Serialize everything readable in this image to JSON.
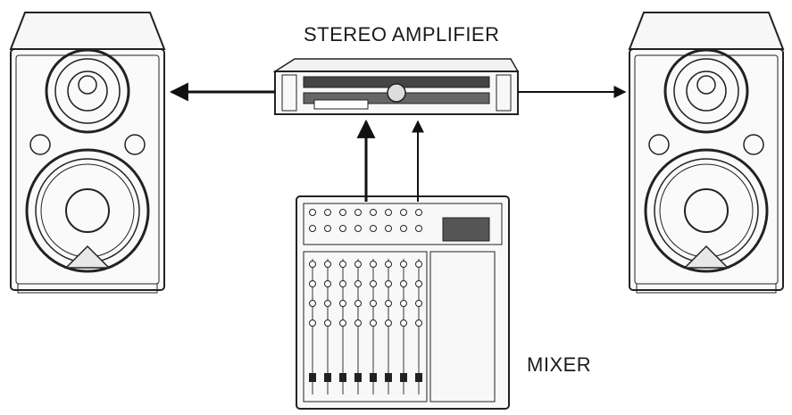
{
  "labels": {
    "amplifier": "STEREO AMPLIFIER",
    "mixer": "MIXER"
  },
  "devices": {
    "left_speaker": "left-speaker",
    "right_speaker": "right-speaker",
    "amplifier": "stereo-amplifier",
    "mixer": "mixer"
  },
  "connections": [
    {
      "from": "amplifier",
      "to": "left_speaker"
    },
    {
      "from": "amplifier",
      "to": "right_speaker"
    },
    {
      "from": "mixer",
      "to": "amplifier"
    },
    {
      "from": "mixer",
      "to": "amplifier"
    }
  ]
}
